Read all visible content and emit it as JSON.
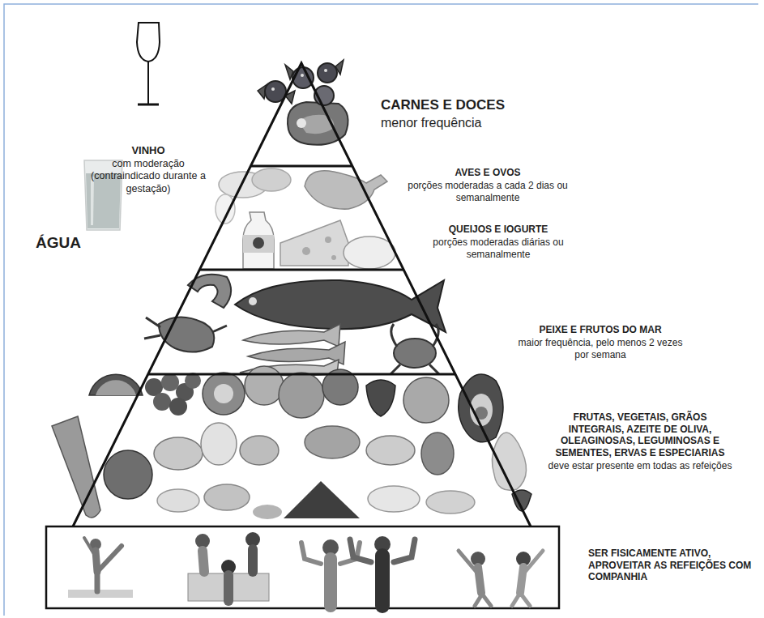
{
  "diagram": {
    "labels": [
      "VINHO",
      "com moderação (contraindicado durante a gestação)",
      "ÁGUA",
      "CARNES E DOCES",
      "menor frequência",
      "AVES E OVOS",
      "porções moderadas a cada 2 dias ou semanalmente",
      "QUEIJOS E IOGURTE",
      "porções moderadas diárias ou semanalmente",
      "PEIXE E FRUTOS DO MAR",
      "maior frequência, pelo menos 2 vezes por semana",
      "FRUTAS, VEGETAIS, GRÃOS INTEGRAIS, AZEITE DE OLIVA, OLEAGINOSAS, LEGUMINOSAS E SEMENTES, ERVAS E ESPECIARIAS",
      "deve estar presente em todas as refeições",
      "SER FISICAMENTE ATIVO, APROVEITAR AS REFEIÇÕES COM COMPANHIA"
    ]
  }
}
